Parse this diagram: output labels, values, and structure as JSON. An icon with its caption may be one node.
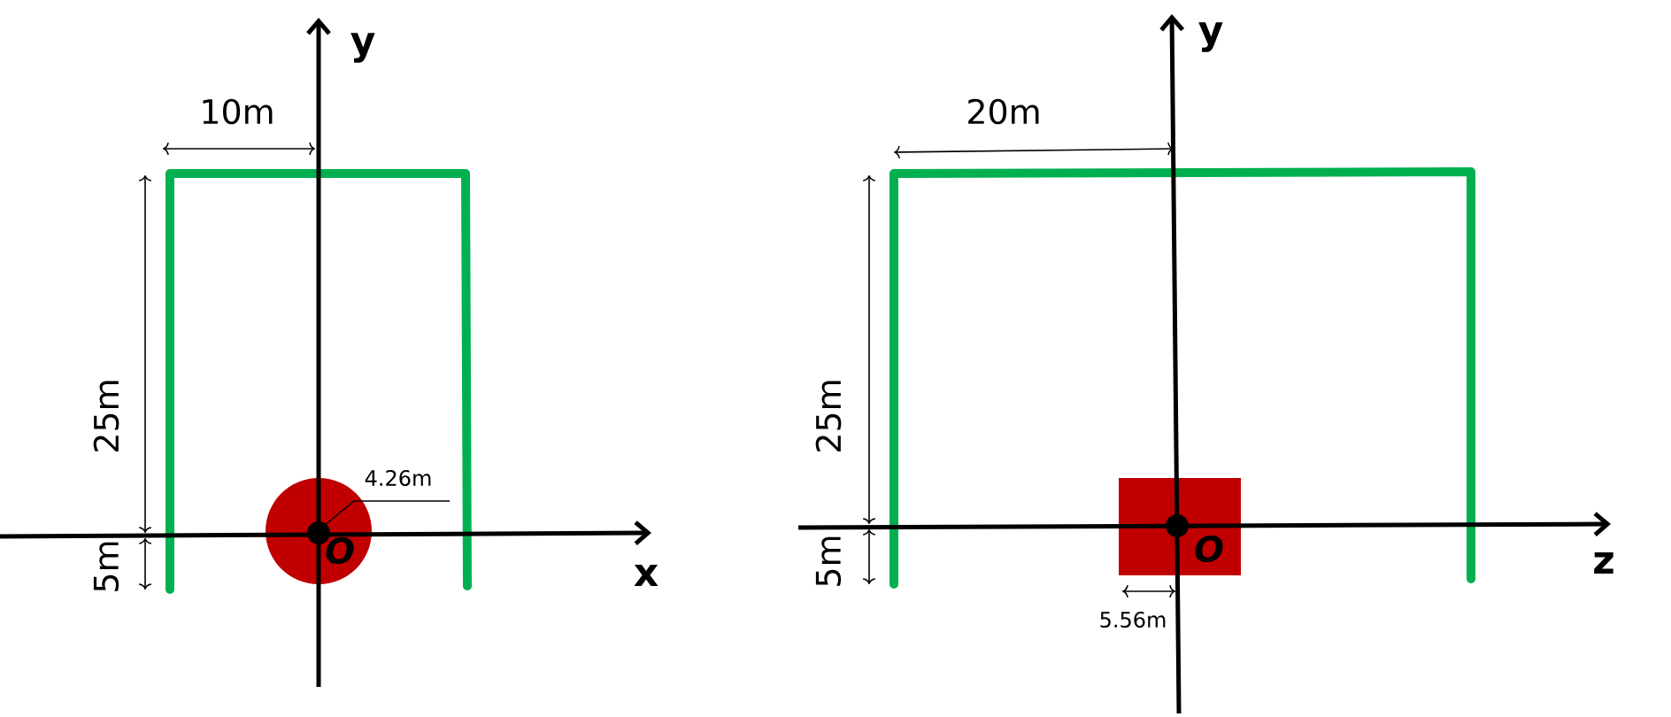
{
  "diagram": {
    "labels": [
      "y",
      "10m",
      "25m",
      "4.26m",
      "5m",
      "O",
      "x",
      "y",
      "20m",
      "25m",
      "5m",
      "O",
      "z",
      "5.56m"
    ]
  }
}
